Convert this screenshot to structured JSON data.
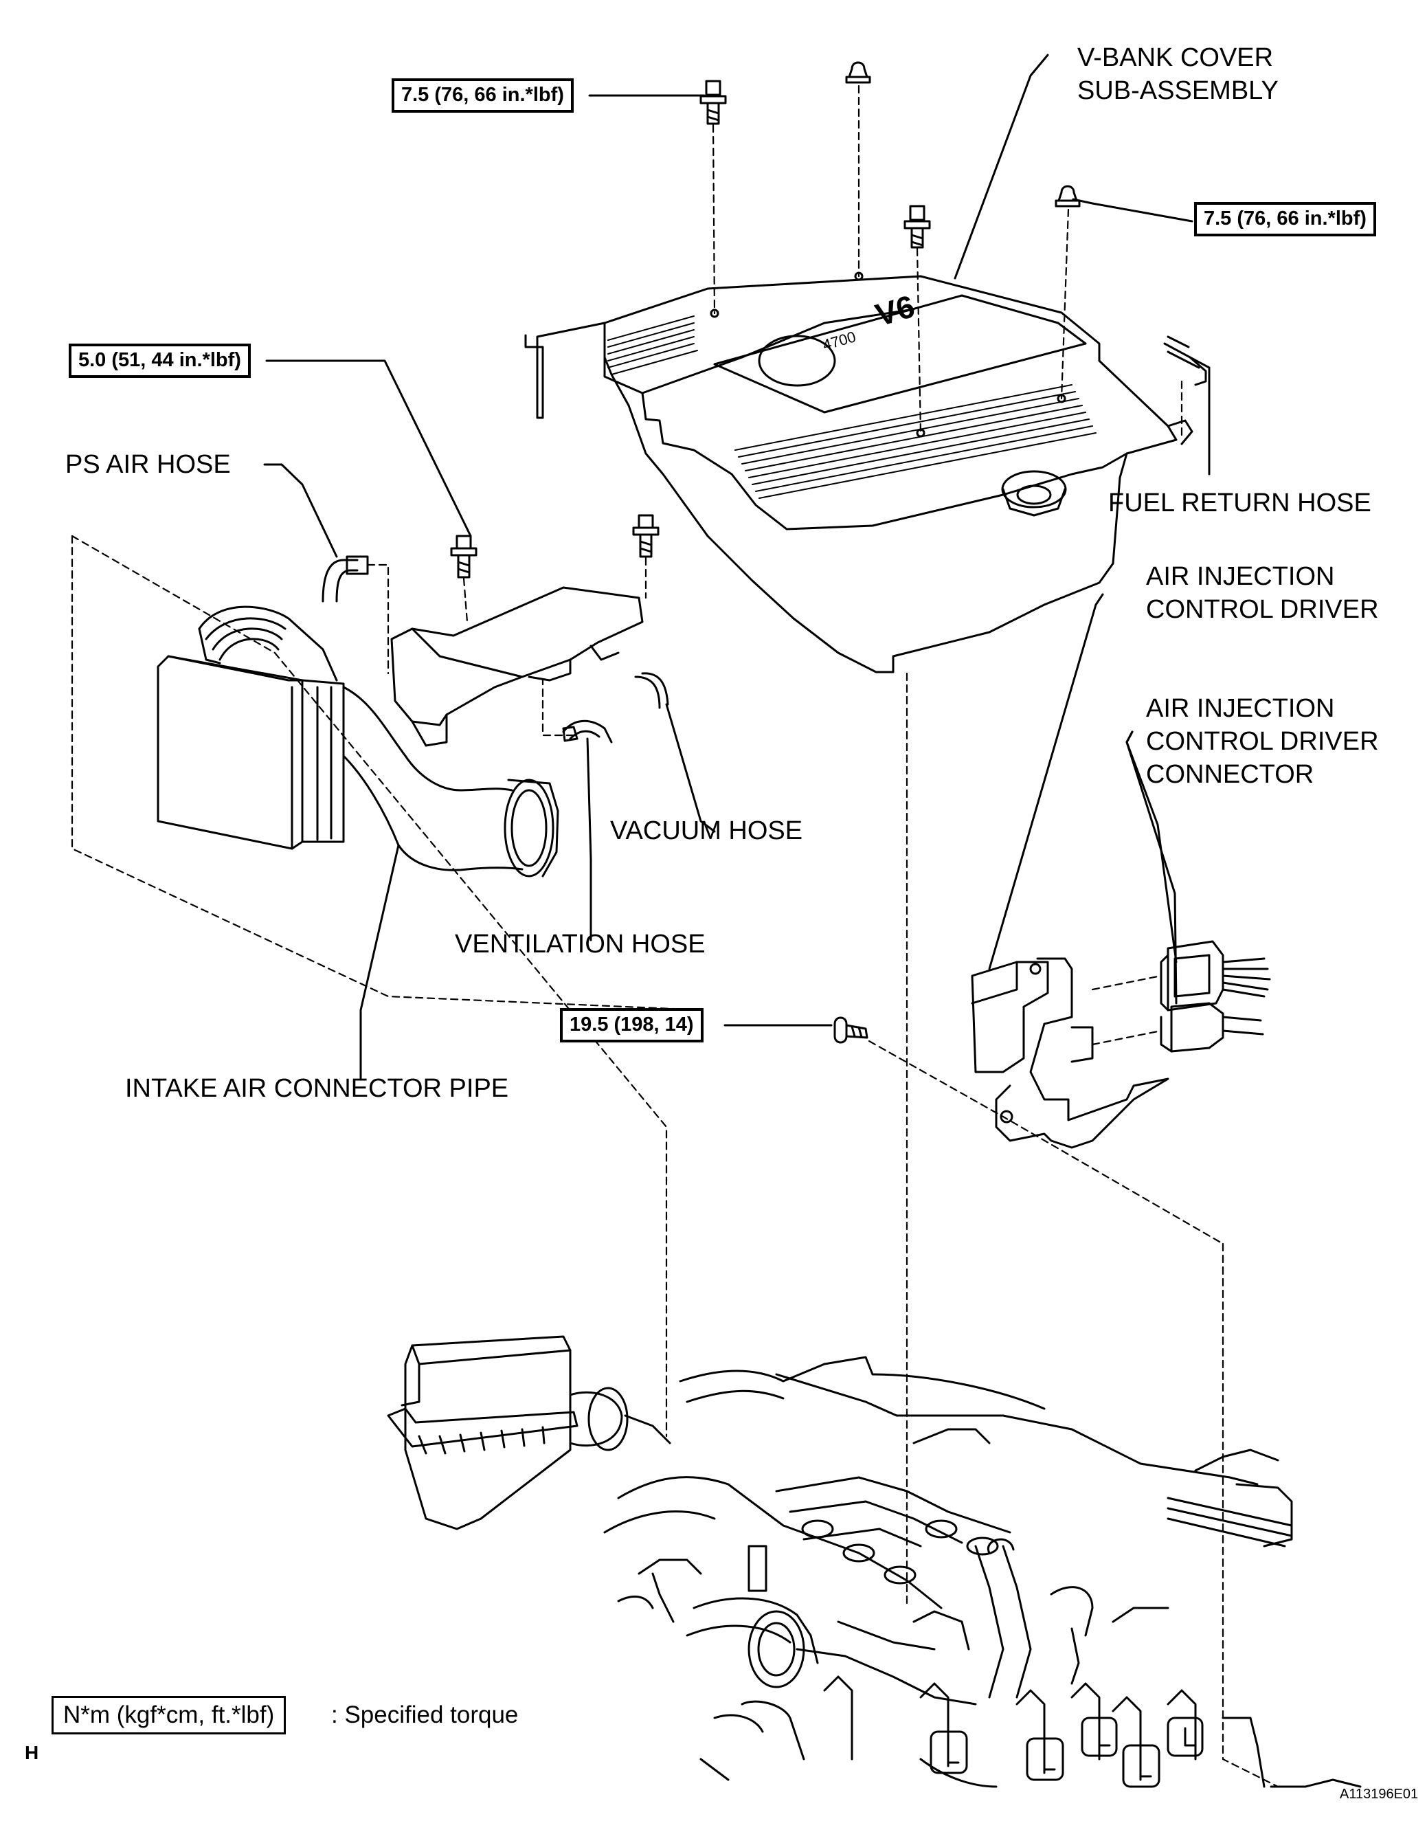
{
  "labels": {
    "v_bank_cover": [
      "V-BANK COVER",
      "SUB-ASSEMBLY"
    ],
    "fuel_return_hose": "FUEL RETURN HOSE",
    "air_injection_control_driver": [
      "AIR INJECTION",
      "CONTROL DRIVER"
    ],
    "air_injection_control_driver_connector": [
      "AIR INJECTION",
      "CONTROL DRIVER",
      "CONNECTOR"
    ],
    "ps_air_hose": "PS AIR HOSE",
    "vacuum_hose": "VACUUM HOSE",
    "ventilation_hose": "VENTILATION HOSE",
    "intake_air_connector_pipe": "INTAKE AIR CONNECTOR PIPE"
  },
  "torques": {
    "bolt_top_left": "7.5 (76, 66 in.*lbf)",
    "nut_right": "7.5 (76, 66 in.*lbf)",
    "bolt_intake": "5.0 (51, 44 in.*lbf)",
    "bolt_driver": "19.5 (198, 14)"
  },
  "legend": {
    "unit_box": "N*m (kgf*cm, ft.*lbf)",
    "description": ": Specified torque"
  },
  "corner_mark": "H",
  "figure_id": "A113196E01"
}
